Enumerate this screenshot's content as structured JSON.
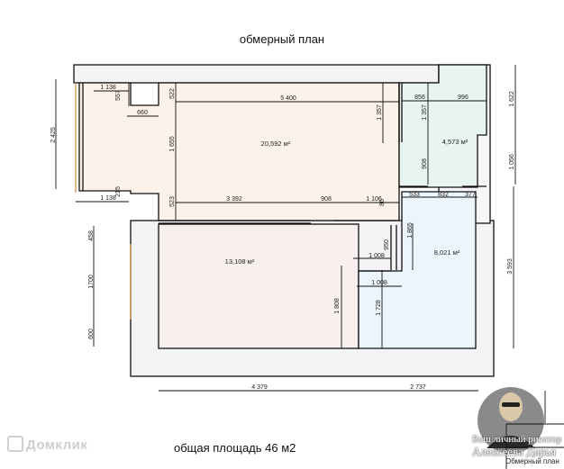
{
  "title": "обмерный план",
  "total_area": "общая площадь 46 м2",
  "logo": "Домклик",
  "realtor": {
    "line1": "Ваш личный риэлтор",
    "line2": "Алексеева Дарья",
    "caption": "Обмерный план"
  },
  "rooms": {
    "living": "20,592 м²",
    "bathroom": "4,573 м²",
    "bedroom": "13,108 м²",
    "kitchen": "8,021 м²"
  },
  "dimensions": {
    "d2425": "2 425",
    "d1138a": "1 138",
    "d557": "557",
    "d660": "660",
    "d522": "522",
    "d5400": "5 400",
    "d1655": "1 655",
    "d1357a": "1 357",
    "d1357b": "1 357",
    "d856": "856",
    "d996": "996",
    "d1622": "1 622",
    "d908a": "908",
    "d1056": "1 056",
    "d1138b": "1 138",
    "d215": "215",
    "d523": "523",
    "d3392": "3 392",
    "d908b": "908",
    "d1106": "1 106",
    "d86": "86",
    "d533": "533",
    "d832": "832",
    "d377": "377",
    "d458": "458",
    "d1700": "1700",
    "d600": "600",
    "d1865": "1 865",
    "d950": "950",
    "d1008a": "1 008",
    "d1008b": "1 008",
    "d1808": "1 808",
    "d1728": "1 728",
    "d3593": "3 593",
    "d4379": "4 379",
    "d2737": "2 737"
  },
  "colors": {
    "living": "#fdf2ea",
    "bathroom": "#e8f4ef",
    "bedroom": "#f8f0ef",
    "kitchen": "#edf5fc",
    "wall": "#f3f3f5"
  }
}
